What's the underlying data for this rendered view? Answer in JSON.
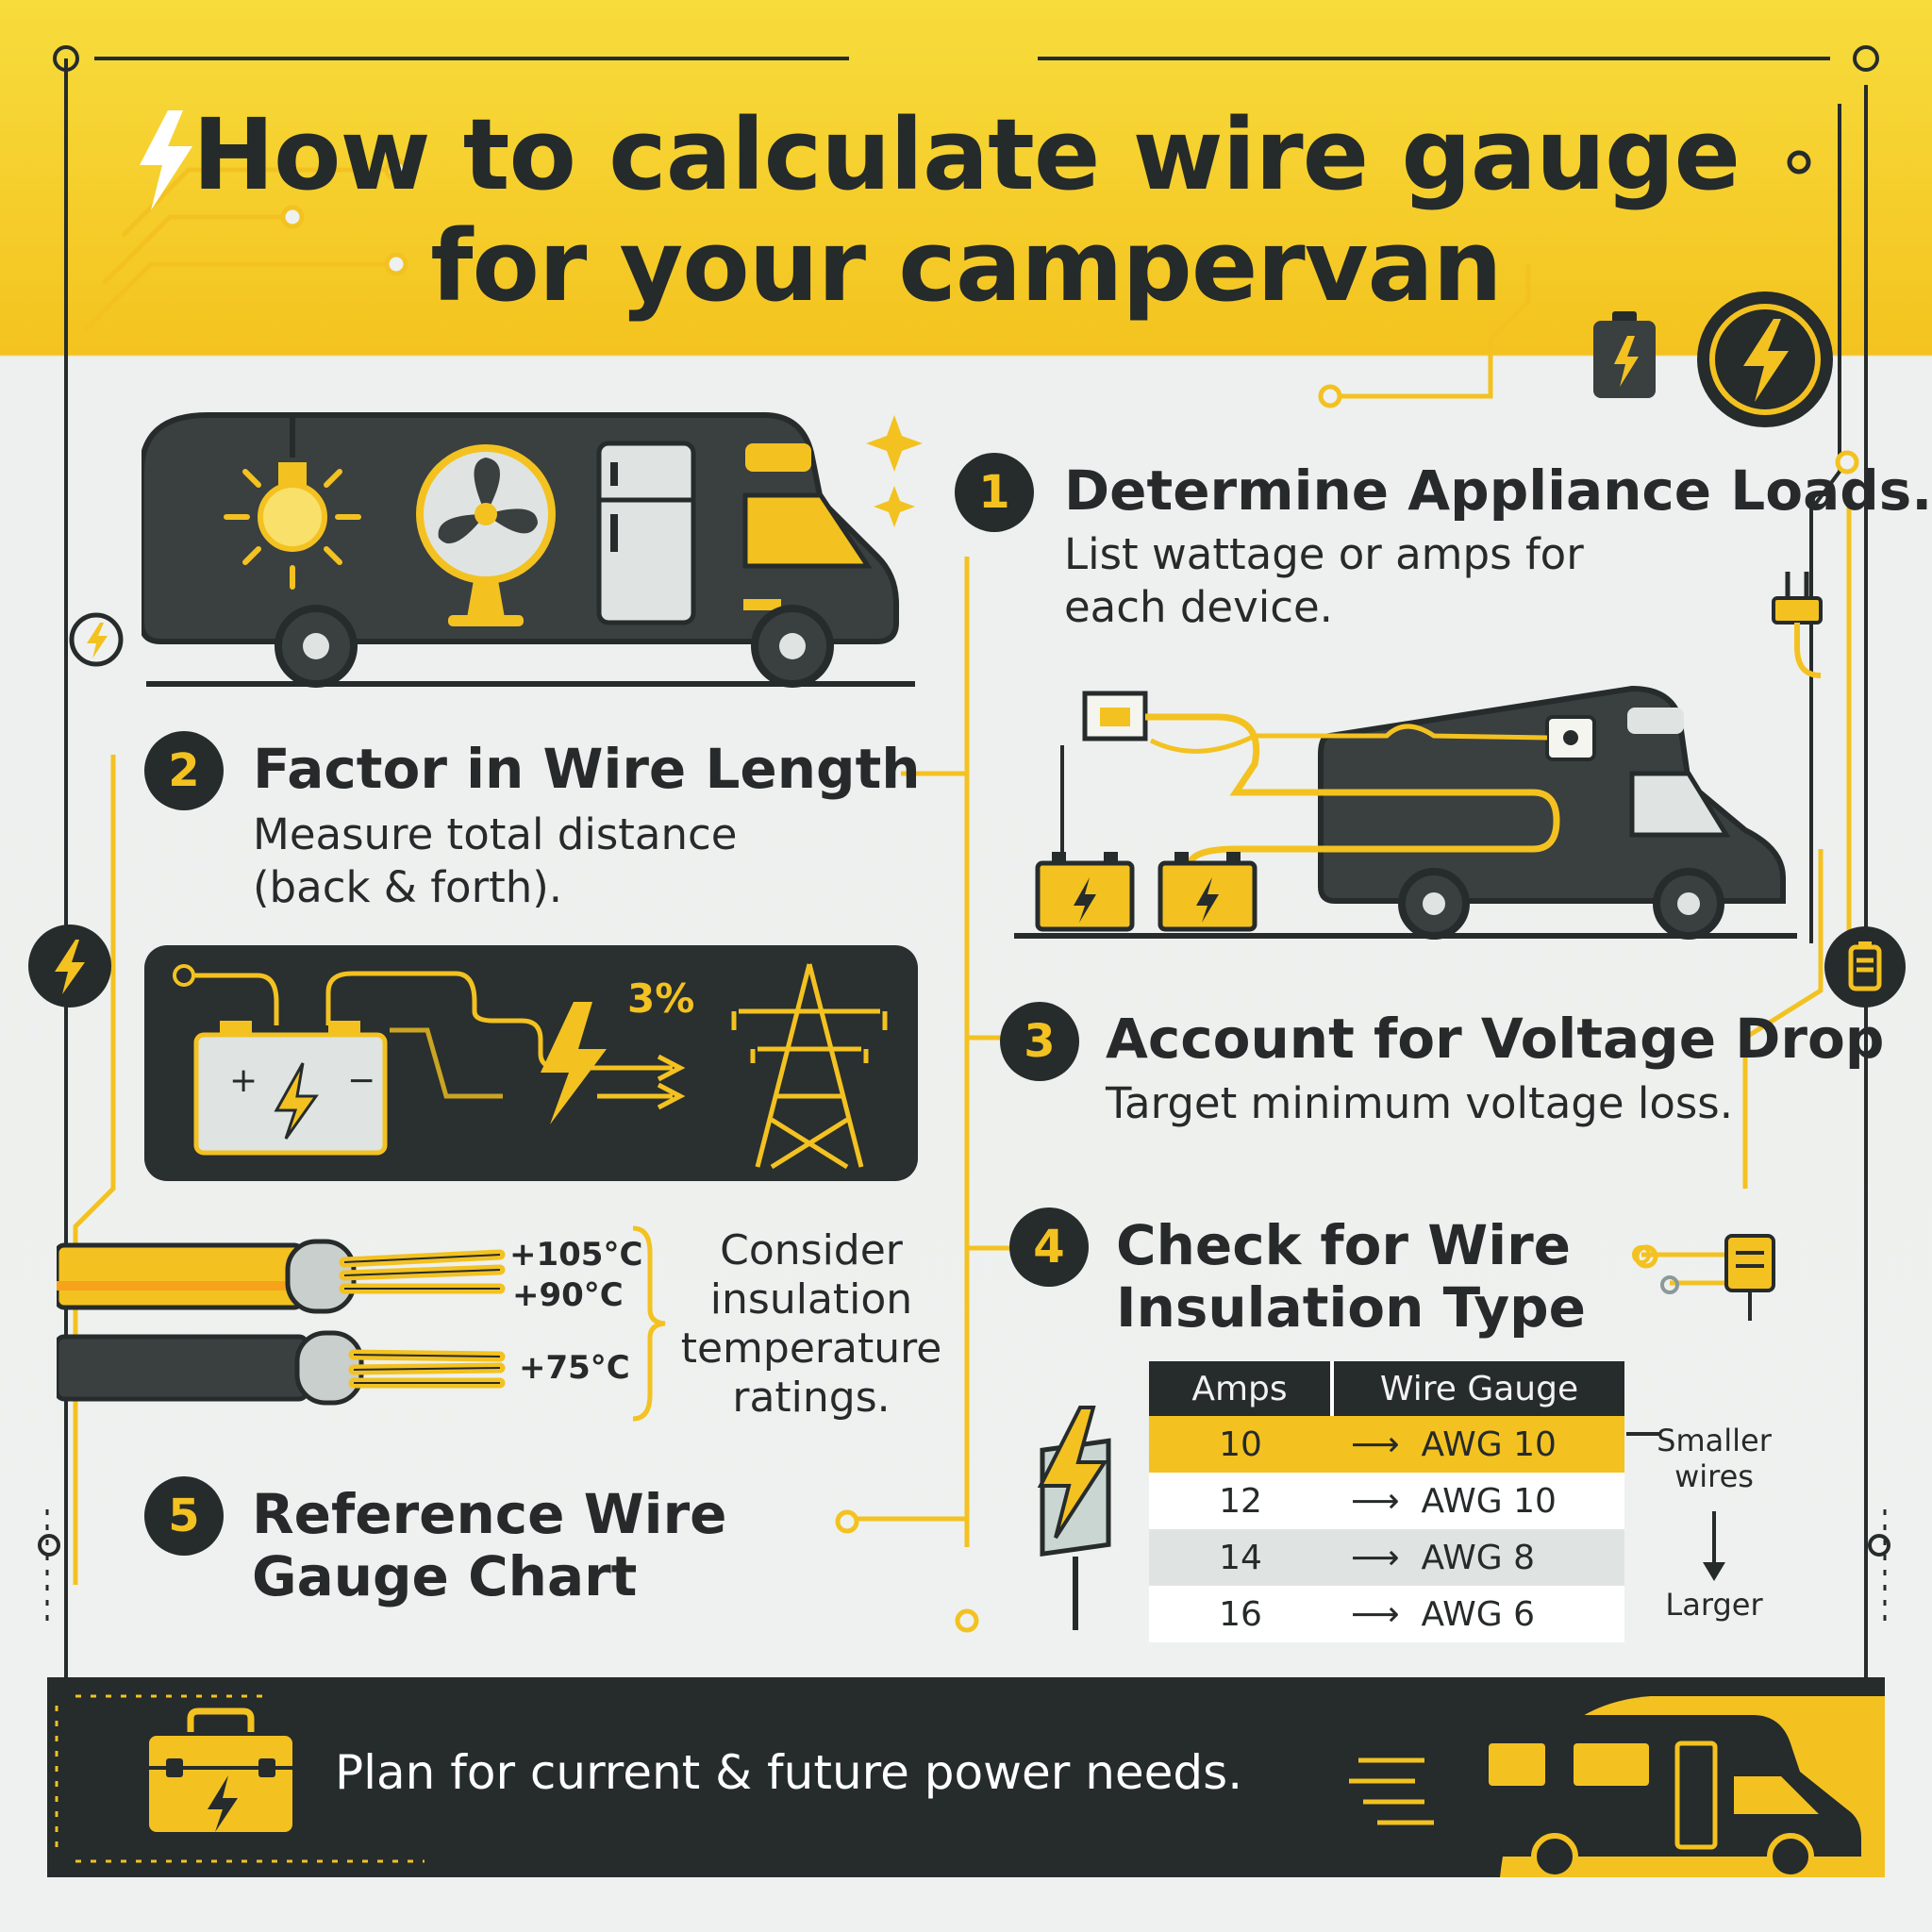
{
  "title": {
    "line1": "How to calculate wire gauge",
    "line2": "for your campervan"
  },
  "steps": [
    {
      "num": "1",
      "title": "Determine Appliance Loads.",
      "desc_line1": "List wattage or amps for",
      "desc_line2": "each device."
    },
    {
      "num": "2",
      "title": "Factor in Wire Length",
      "desc_line1": "Measure total distance",
      "desc_line2": "(back & forth)."
    },
    {
      "num": "3",
      "title": "Account for Voltage Drop",
      "desc_line1": "Target minimum voltage loss."
    },
    {
      "num": "4",
      "title_line1": "Check for Wire",
      "title_line2": "Insulation Type"
    },
    {
      "num": "5",
      "title_line1": "Reference Wire",
      "title_line2": "Gauge Chart"
    }
  ],
  "voltage_drop_label": "3%",
  "insulation": {
    "temps": [
      "+105°C",
      "+90°C",
      "+75°C"
    ],
    "note": [
      "Consider",
      "insulation",
      "temperature",
      "ratings."
    ]
  },
  "gauge_table": {
    "headers": [
      "Amps",
      "Wire Gauge"
    ],
    "rows": [
      {
        "amps": "10",
        "gauge": "AWG 10"
      },
      {
        "amps": "12",
        "gauge": "AWG 10"
      },
      {
        "amps": "14",
        "gauge": "AWG 8"
      },
      {
        "amps": "16",
        "gauge": "AWG 6"
      }
    ],
    "side_top": [
      "Smaller",
      "wires"
    ],
    "side_bottom": "Larger"
  },
  "footer": {
    "text": "Plan for current & future power needs."
  },
  "colors": {
    "accent": "#f3c221",
    "dark": "#262b2b",
    "background": "#eef1ef"
  },
  "icons": [
    "lightning-bolt-icon",
    "battery-icon",
    "power-badge-icon",
    "plug-icon",
    "toolbox-icon",
    "campervan-icon",
    "power-tower-icon",
    "light-bulb-icon",
    "fan-icon",
    "fridge-icon"
  ]
}
